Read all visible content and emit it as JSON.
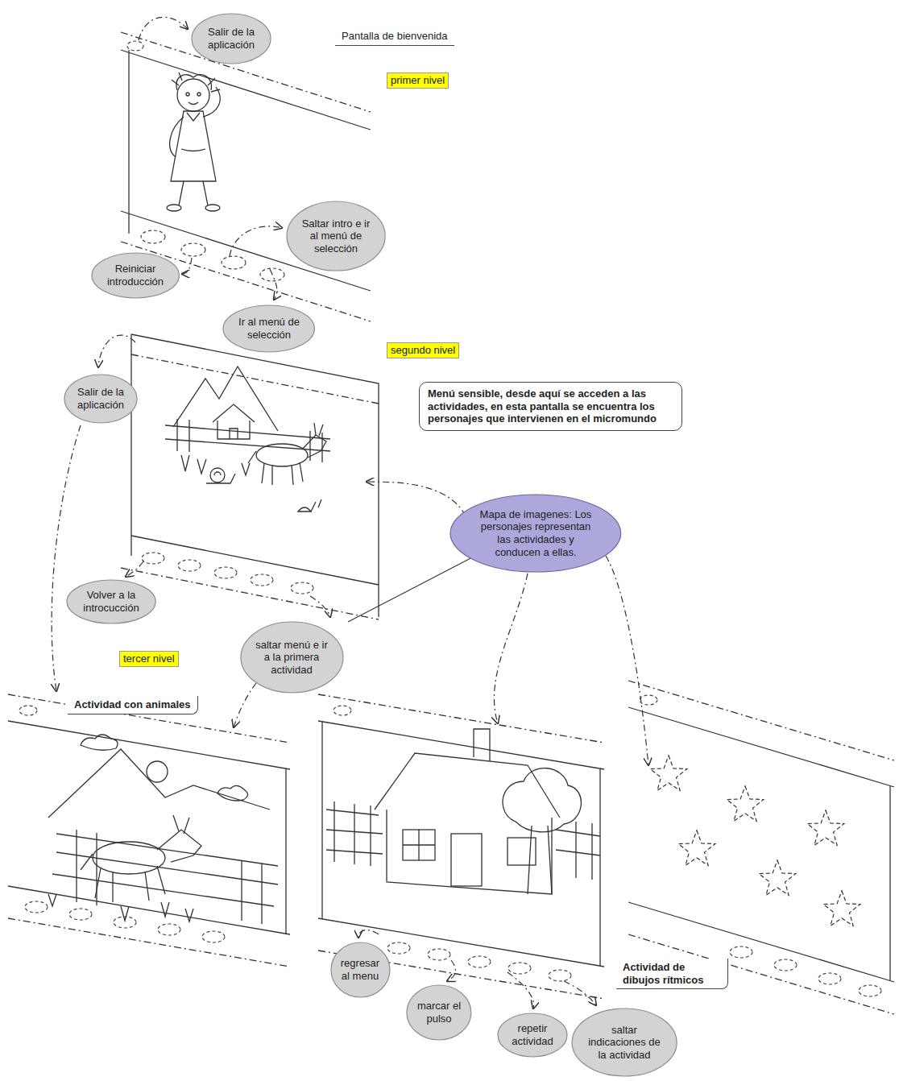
{
  "diagram": {
    "nodes": [
      {
        "text": [
          "Salir de la aplicación"
        ]
      },
      {
        "text": [
          "Pantalla de bienvenida"
        ]
      },
      {
        "text": [
          "primer nivel"
        ]
      },
      {
        "text": [
          "Saltar intro e ir al menú de selección"
        ]
      },
      {
        "text": [
          "Reiniciar introducción"
        ]
      },
      {
        "text": [
          "Ir al menú de selección"
        ]
      },
      {
        "text": [
          "segundo nivel"
        ]
      },
      {
        "text": [
          "Salir de la aplicación"
        ]
      },
      {
        "text": [
          "Menú sensible, desde aquí se acceden a las actividades, en esta pantalla se encuentra los personajes que intervienen en el micromundo"
        ]
      },
      {
        "text": [
          "Mapa de imagenes: Los personajes representan las actividades y conducen a ellas."
        ]
      },
      {
        "text": [
          "Volver a la introcucción"
        ]
      },
      {
        "text": [
          "saltar menú e ir a la primera actividad"
        ]
      },
      {
        "text": [
          "tercer nivel"
        ]
      },
      {
        "text": [
          "Actividad con animales"
        ]
      },
      {
        "text": [
          "regresar al menu"
        ]
      },
      {
        "text": [
          "Actividad de dibujos rítmicos"
        ]
      },
      {
        "text": [
          "marcar el pulso"
        ]
      },
      {
        "text": [
          "repetir actividad"
        ]
      },
      {
        "text": [
          "saltar indicaciones de la actividad"
        ]
      }
    ]
  }
}
